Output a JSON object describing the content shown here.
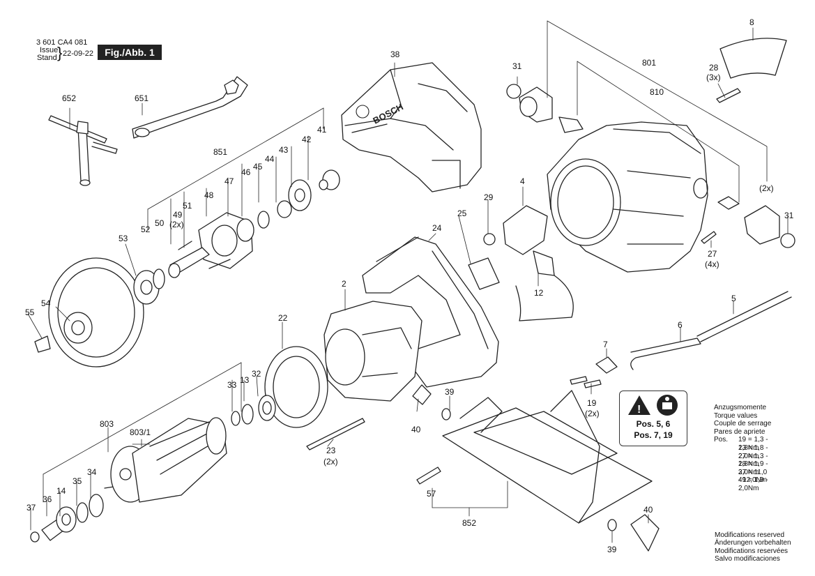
{
  "header": {
    "doc_number": "3 601 CA4 081",
    "issue_label": "Issue",
    "stand_label": "Stand",
    "date": "22-09-22",
    "figure_label": "Fig./Abb. 1"
  },
  "brand_mark": "BOSCH",
  "callouts": [
    "8",
    "801",
    "810",
    "28",
    "(3x)",
    "31",
    "38",
    "652",
    "651",
    "851",
    "42",
    "41",
    "43",
    "44",
    "45",
    "46",
    "47",
    "48",
    "49",
    "(2x)",
    "51",
    "50",
    "52",
    "53",
    "55",
    "54",
    "2",
    "22",
    "24",
    "25",
    "29",
    "4",
    "12",
    "(2x)",
    "31",
    "27",
    "(4x)",
    "5",
    "6",
    "7",
    "19",
    "(2x)",
    "33",
    "13",
    "32",
    "803",
    "803/1",
    "37",
    "36",
    "14",
    "35",
    "34",
    "23",
    "(2x)",
    "39",
    "40",
    "57",
    "852",
    "40",
    "39"
  ],
  "warning_box": {
    "line1": "Pos. 5, 6",
    "line2": "Pos. 7, 19"
  },
  "torque": {
    "titles": [
      "Anzugsmomente",
      "Torque values",
      "Couple de serrage",
      "Pares de apriete"
    ],
    "prefix": "Pos.",
    "rows": [
      "19 = 1,3 - 1,8Nm",
      "23 = 1,8 - 2,0Nm",
      "27 = 1,3 - 1,8Nm",
      "28 = 1,9 - 2,0Nm",
      "37 = 11,0 - 12,0Nm",
      "49 = 1,9 - 2,0Nm"
    ]
  },
  "modifications": [
    "Modifications reserved",
    "Änderungen vorbehalten",
    "Modifications reservées",
    "Salvo modificaciones"
  ]
}
